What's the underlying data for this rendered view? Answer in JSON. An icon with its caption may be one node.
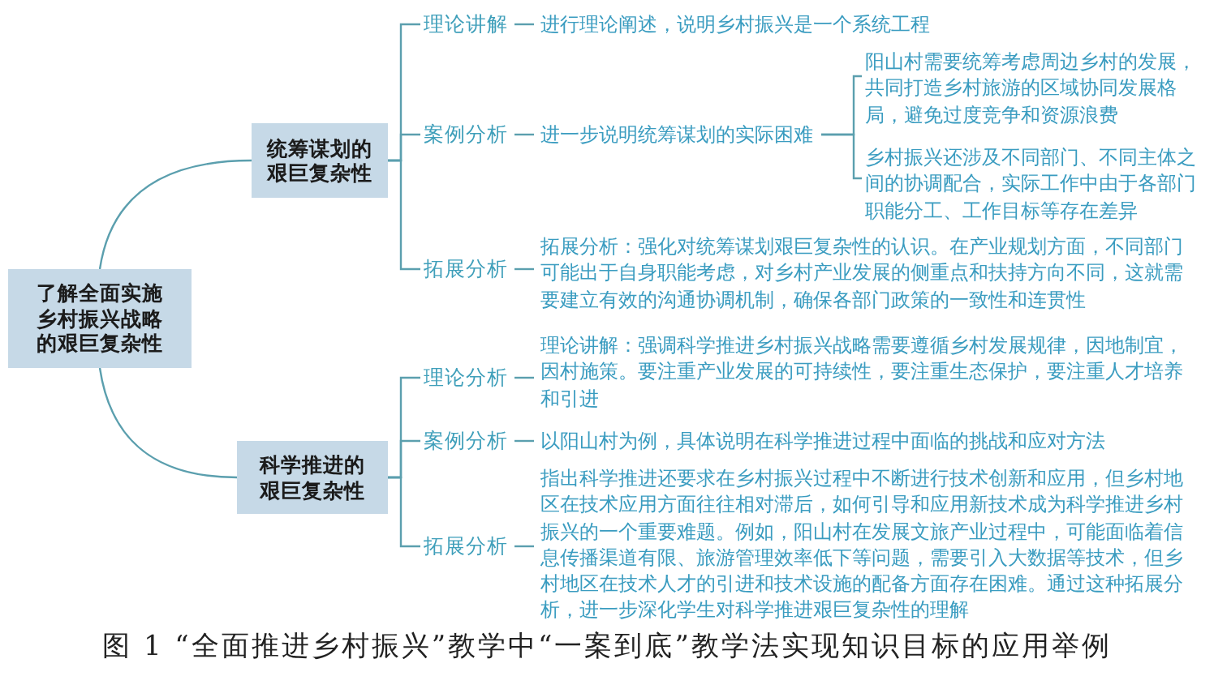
{
  "diagram": {
    "caption": "图 1 “全面推进乡村振兴”教学中“一案到底”教学法实现知识目标的应用举例",
    "nodes": [
      {
        "text": [
          "了解全面实施乡村振兴战略的艰巨复杂性"
        ]
      },
      {
        "text": [
          "统筹谋划的艰巨复杂性"
        ]
      },
      {
        "text": [
          "理论讲解"
        ]
      },
      {
        "text": [
          "进行理论阐述，说明乡村振兴是一个系统工程"
        ]
      },
      {
        "text": [
          "案例分析"
        ]
      },
      {
        "text": [
          "进一步说明统筹谋划的实际困难"
        ]
      },
      {
        "text": [
          "阳山村需要统筹考虑周边乡村的发展，共同打造乡村旅游的区域协同发展格局，避免过度竞争和资源浪费"
        ]
      },
      {
        "text": [
          "乡村振兴还涉及不同部门、不同主体之间的协调配合，实际工作中由于各部门职能分工、工作目标等存在差异"
        ]
      },
      {
        "text": [
          "拓展分析"
        ]
      },
      {
        "text": [
          "拓展分析：强化对统筹谋划艰巨复杂性的认识。在产业规划方面，不同部门可能出于自身职能考虑，对乡村产业发展的侧重点和扶持方向不同，这就需要建立有效的沟通协调机制，确保各部门政策的一致性和连贯性"
        ]
      },
      {
        "text": [
          "科学推进的艰巨复杂性"
        ]
      },
      {
        "text": [
          "理论分析"
        ]
      },
      {
        "text": [
          "理论讲解：强调科学推进乡村振兴战略需要遵循乡村发展规律，因地制宜，因村施策。要注重产业发展的可持续性，要注重生态保护，要注重人才培养和引进"
        ]
      },
      {
        "text": [
          "案例分析"
        ]
      },
      {
        "text": [
          "以阳山村为例，具体说明在科学推进过程中面临的挑战和应对方法"
        ]
      },
      {
        "text": [
          "拓展分析"
        ]
      },
      {
        "text": [
          "指出科学推进还要求在乡村振兴过程中不断进行技术创新和应用，但乡村地区在技术应用方面往往相对滞后，如何引导和应用新技术成为科学推进乡村振兴的一个重要难题。例如，阳山村在发展文旅产业过程中，可能面临着信息传播渠道有限、旅游管理效率低下等问题，需要引入大数据等技术，但乡村地区在技术人才的引进和技术设施的配备方面存在困难。通过这种拓展分析，进一步深化学生对科学推进艰巨复杂性的理解"
        ]
      }
    ],
    "edges": [
      {
        "from": 0,
        "to": 1,
        "arrow": "none"
      },
      {
        "from": 0,
        "to": 10,
        "arrow": "none"
      },
      {
        "from": 1,
        "to": 2,
        "arrow": "none"
      },
      {
        "from": 1,
        "to": 4,
        "arrow": "none"
      },
      {
        "from": 1,
        "to": 8,
        "arrow": "none"
      },
      {
        "from": 2,
        "to": 3,
        "arrow": "none"
      },
      {
        "from": 4,
        "to": 5,
        "arrow": "none"
      },
      {
        "from": 5,
        "to": 6,
        "arrow": "none"
      },
      {
        "from": 5,
        "to": 7,
        "arrow": "none"
      },
      {
        "from": 8,
        "to": 9,
        "arrow": "none"
      },
      {
        "from": 10,
        "to": 11,
        "arrow": "none"
      },
      {
        "from": 10,
        "to": 13,
        "arrow": "none"
      },
      {
        "from": 10,
        "to": 15,
        "arrow": "none"
      },
      {
        "from": 11,
        "to": 12,
        "arrow": "none"
      },
      {
        "from": 13,
        "to": 14,
        "arrow": "none"
      },
      {
        "from": 15,
        "to": 16,
        "arrow": "none"
      }
    ]
  }
}
